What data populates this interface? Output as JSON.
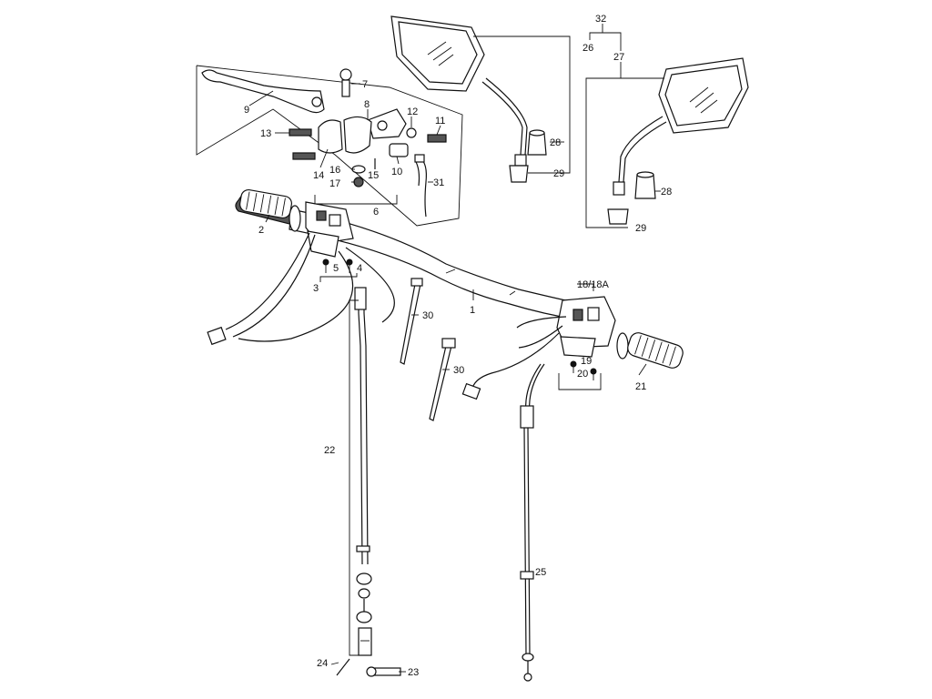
{
  "callouts": {
    "c1": "1",
    "c2": "2",
    "c3": "3",
    "c4": "4",
    "c5": "5",
    "c6": "6",
    "c7": "7",
    "c8": "8",
    "c9": "9",
    "c10": "10",
    "c11": "11",
    "c12": "12",
    "c13": "13",
    "c14": "14",
    "c15": "15",
    "c16": "16",
    "c17": "17",
    "c18": "18/18A",
    "c19": "19",
    "c20": "20",
    "c21": "21",
    "c22": "22",
    "c23": "23",
    "c24": "24",
    "c25": "25",
    "c26": "26",
    "c27": "27",
    "c28a": "28",
    "c28b": "28",
    "c29a": "29",
    "c29b": "29",
    "c30a": "30",
    "c30b": "30",
    "c31": "31",
    "c32": "32"
  }
}
